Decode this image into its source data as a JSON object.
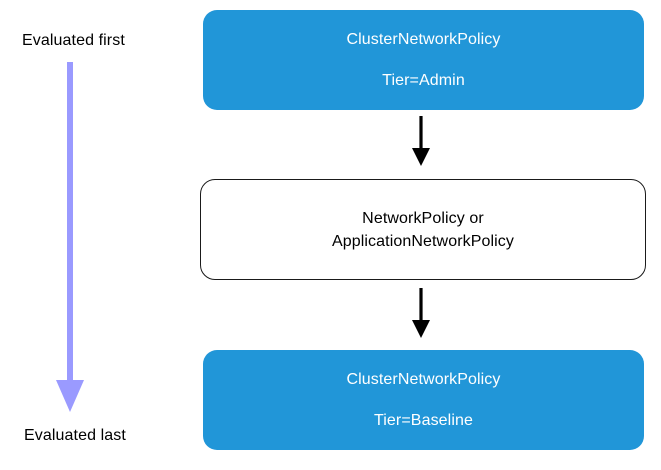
{
  "diagram": {
    "order_column": {
      "first_label": "Evaluated first",
      "last_label": "Evaluated last",
      "arrow_color": "#9a9aff",
      "arrow_direction": "down"
    },
    "nodes": [
      {
        "id": "cluster-network-policy-admin",
        "style": "filled",
        "fill_color": "#2196d8",
        "text_color": "#ffffff",
        "title": "ClusterNetworkPolicy",
        "subtitle": "Tier=Admin"
      },
      {
        "id": "network-policy-or-application-network-policy",
        "style": "outlined",
        "fill_color": "#ffffff",
        "border_color": "#1a1a1a",
        "text_color": "#000000",
        "line1": "NetworkPolicy or",
        "line2": "ApplicationNetworkPolicy"
      },
      {
        "id": "cluster-network-policy-baseline",
        "style": "filled",
        "fill_color": "#2196d8",
        "text_color": "#ffffff",
        "title": "ClusterNetworkPolicy",
        "subtitle": "Tier=Baseline"
      }
    ],
    "connectors": [
      {
        "id": "arrow-admin-to-namespaced",
        "from": "cluster-network-policy-admin",
        "to": "network-policy-or-application-network-policy",
        "color": "#000000",
        "direction": "down"
      },
      {
        "id": "arrow-namespaced-to-baseline",
        "from": "network-policy-or-application-network-policy",
        "to": "cluster-network-policy-baseline",
        "color": "#000000",
        "direction": "down"
      }
    ]
  }
}
